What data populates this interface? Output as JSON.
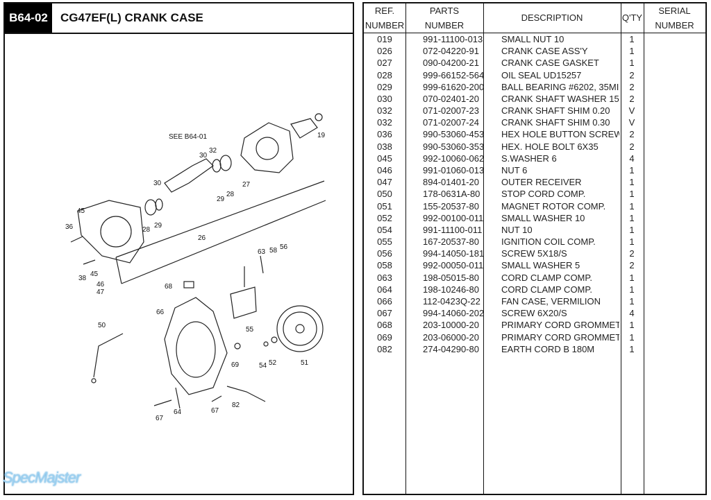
{
  "header": {
    "code": "B64-02",
    "title": "CG47EF(L) CRANK CASE"
  },
  "watermark": "SpecMajster",
  "table": {
    "headers": {
      "ref": [
        "REF.",
        "NUMBER"
      ],
      "parts": [
        "PARTS",
        "NUMBER"
      ],
      "description": "DESCRIPTION",
      "qty": "Q'TY",
      "serial": [
        "SERIAL",
        "NUMBER"
      ]
    },
    "rows": [
      {
        "ref": "019",
        "part": "991-11100-013",
        "desc": "SMALL NUT 10",
        "qty": "1"
      },
      {
        "ref": "026",
        "part": "072-04220-91",
        "desc": "CRANK CASE ASS'Y",
        "qty": "1"
      },
      {
        "ref": "027",
        "part": "090-04200-21",
        "desc": "CRANK CASE GASKET",
        "qty": "1"
      },
      {
        "ref": "028",
        "part": "999-66152-564",
        "desc": "OIL SEAL UD15257",
        "qty": "2"
      },
      {
        "ref": "029",
        "part": "999-61620-200",
        "desc": "BALL BEARING #6202, 35MI",
        "qty": "2"
      },
      {
        "ref": "030",
        "part": "070-02401-20",
        "desc": "CRANK SHAFT WASHER 15",
        "qty": "2"
      },
      {
        "ref": "032",
        "part": "071-02007-23",
        "desc": "CRANK SHAFT SHIM 0.20",
        "qty": "V"
      },
      {
        "ref": "032",
        "part": "071-02007-24",
        "desc": "CRANK SHAFT SHIM 0.30",
        "qty": "V"
      },
      {
        "ref": "036",
        "part": "990-53060-453",
        "desc": "HEX HOLE BUTTON SCREW",
        "qty": "2"
      },
      {
        "ref": "038",
        "part": "990-53060-353",
        "desc": "HEX. HOLE BOLT 6X35",
        "qty": "2"
      },
      {
        "ref": "045",
        "part": "992-10060-062",
        "desc": "S.WASHER 6",
        "qty": "4"
      },
      {
        "ref": "046",
        "part": "991-01060-013",
        "desc": "NUT 6",
        "qty": "1"
      },
      {
        "ref": "047",
        "part": "894-01401-20",
        "desc": "OUTER RECEIVER",
        "qty": "1"
      },
      {
        "ref": "050",
        "part": "178-0631A-80",
        "desc": "STOP CORD COMP.",
        "qty": "1"
      },
      {
        "ref": "051",
        "part": "155-20537-80",
        "desc": "MAGNET ROTOR COMP.",
        "qty": "1"
      },
      {
        "ref": "052",
        "part": "992-00100-011",
        "desc": "SMALL WASHER 10",
        "qty": "1"
      },
      {
        "ref": "054",
        "part": "991-11100-011",
        "desc": "NUT 10",
        "qty": "1"
      },
      {
        "ref": "055",
        "part": "167-20537-80",
        "desc": "IGNITION COIL COMP.",
        "qty": "1"
      },
      {
        "ref": "056",
        "part": "994-14050-181",
        "desc": "SCREW 5X18/S",
        "qty": "2"
      },
      {
        "ref": "058",
        "part": "992-00050-011",
        "desc": "SMALL WASHER 5",
        "qty": "2"
      },
      {
        "ref": "063",
        "part": "198-05015-80",
        "desc": "CORD CLAMP COMP.",
        "qty": "1"
      },
      {
        "ref": "064",
        "part": "198-10246-80",
        "desc": "CORD CLAMP COMP.",
        "qty": "1"
      },
      {
        "ref": "066",
        "part": "112-0423Q-22",
        "desc": "FAN CASE, VERMILION",
        "qty": "1"
      },
      {
        "ref": "067",
        "part": "994-14060-202",
        "desc": "SCREW 6X20/S",
        "qty": "4"
      },
      {
        "ref": "068",
        "part": "203-10000-20",
        "desc": "PRIMARY CORD GROMMET",
        "qty": "1"
      },
      {
        "ref": "069",
        "part": "203-06000-20",
        "desc": "PRIMARY CORD GROMMET",
        "qty": "1"
      },
      {
        "ref": "082",
        "part": "274-04290-80",
        "desc": "EARTH CORD  B  180M",
        "qty": "1"
      }
    ]
  },
  "diagram": {
    "see_ref": "SEE B64-01",
    "callouts": [
      "19",
      "30",
      "32",
      "30",
      "28",
      "27",
      "29",
      "45",
      "36",
      "28",
      "29",
      "26",
      "63",
      "58",
      "56",
      "38",
      "45",
      "46",
      "47",
      "68",
      "66",
      "50",
      "55",
      "51",
      "54",
      "52",
      "69",
      "67",
      "64",
      "67",
      "82"
    ]
  }
}
